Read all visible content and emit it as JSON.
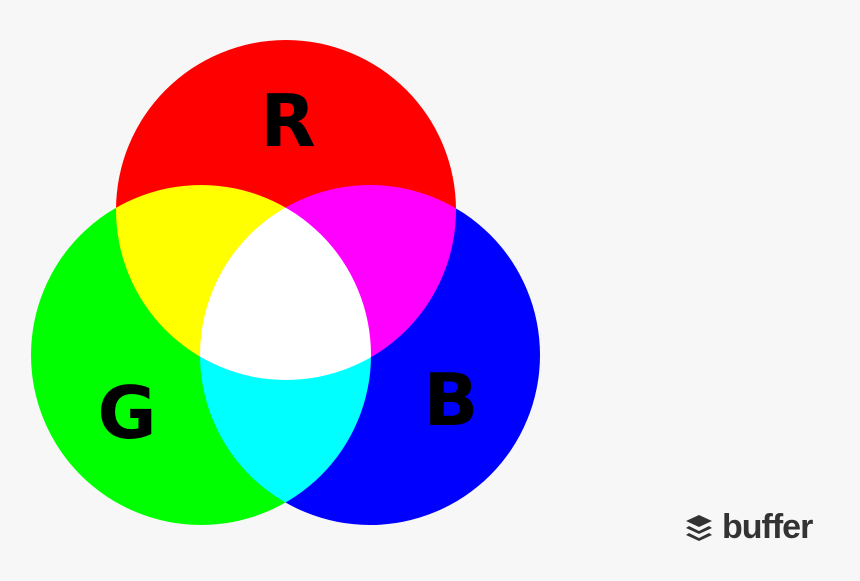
{
  "diagram": {
    "circles": [
      {
        "label": "R",
        "color": "#ff0000"
      },
      {
        "label": "G",
        "color": "#00ff00"
      },
      {
        "label": "B",
        "color": "#0000ff"
      }
    ],
    "overlap_colors": {
      "red_green": "#ffff00",
      "red_blue": "#ff00ff",
      "green_blue": "#00ffff",
      "all": "#ffffff"
    }
  },
  "logo": {
    "text": "buffer",
    "icon": "layers-icon"
  }
}
